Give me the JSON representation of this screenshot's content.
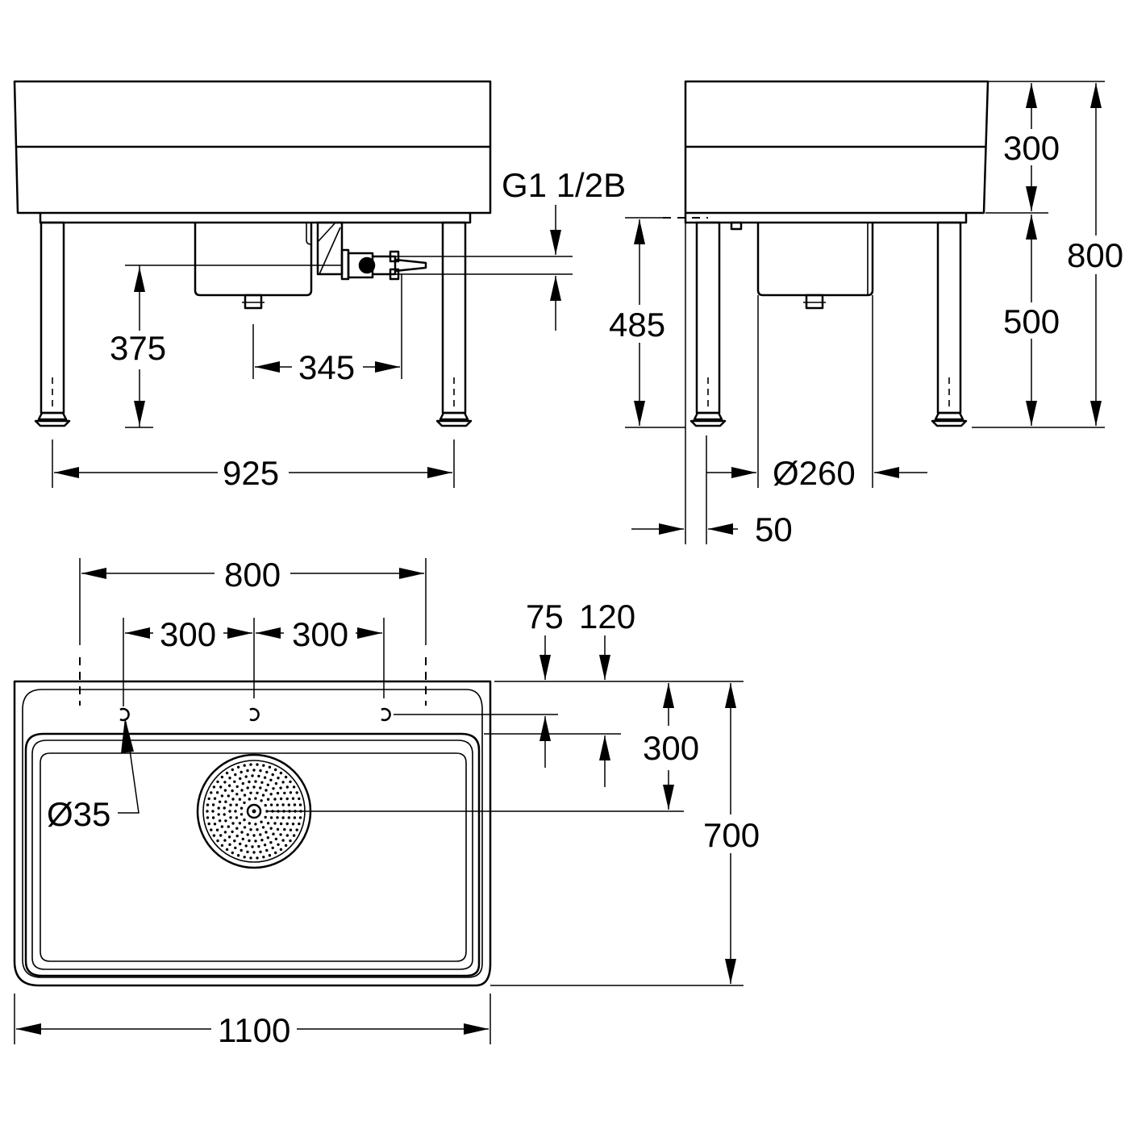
{
  "labels": {
    "thread": "G1 1/2B",
    "front_height_outlet": "375",
    "front_outlet_to_valve": "345",
    "front_leg_spacing": "925",
    "side_bowl_height": "300",
    "side_leg_height": "500",
    "side_total_height": "800",
    "side_valve_height": "485",
    "side_basket_diameter": "Ø260",
    "side_leg_offset": "50",
    "top_holes_span": "800",
    "top_hole_spacing_left": "300",
    "top_hole_spacing_right": "300",
    "top_offset_a": "75",
    "top_offset_b": "120",
    "top_drain_offset": "300",
    "top_depth": "700",
    "top_hole_diameter": "Ø35",
    "top_width": "1100"
  }
}
